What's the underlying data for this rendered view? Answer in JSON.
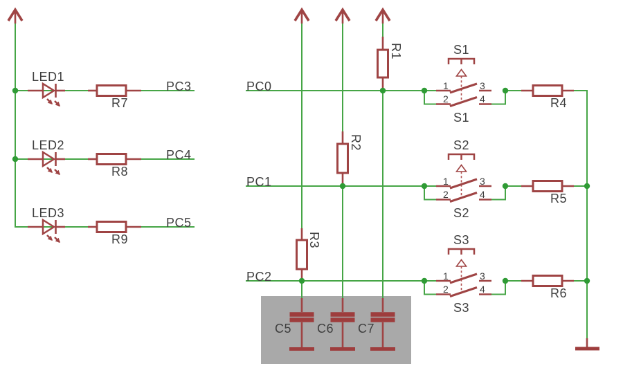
{
  "led_section": {
    "branches": [
      {
        "led": "LED1",
        "resistor": "R7",
        "net": "PC3"
      },
      {
        "led": "LED2",
        "resistor": "R8",
        "net": "PC4"
      },
      {
        "led": "LED3",
        "resistor": "R9",
        "net": "PC5"
      }
    ]
  },
  "button_section": {
    "rows": [
      {
        "net": "PC0",
        "pullup_resistor": "R1",
        "switch": "S1",
        "series_resistor": "R4"
      },
      {
        "net": "PC1",
        "pullup_resistor": "R2",
        "switch": "S2",
        "series_resistor": "R5"
      },
      {
        "net": "PC2",
        "pullup_resistor": "R3",
        "switch": "S3",
        "series_resistor": "R6"
      }
    ],
    "switch_pins": [
      "1",
      "2",
      "3",
      "4"
    ],
    "capacitors": [
      "C5",
      "C6",
      "C7"
    ]
  },
  "colors": {
    "wire_green": "#46a546",
    "junction_green": "#2f9b35",
    "component_red": "#9f4444",
    "label_gray": "#3f3f3f",
    "highlight_gray": "#a9a9a9"
  }
}
